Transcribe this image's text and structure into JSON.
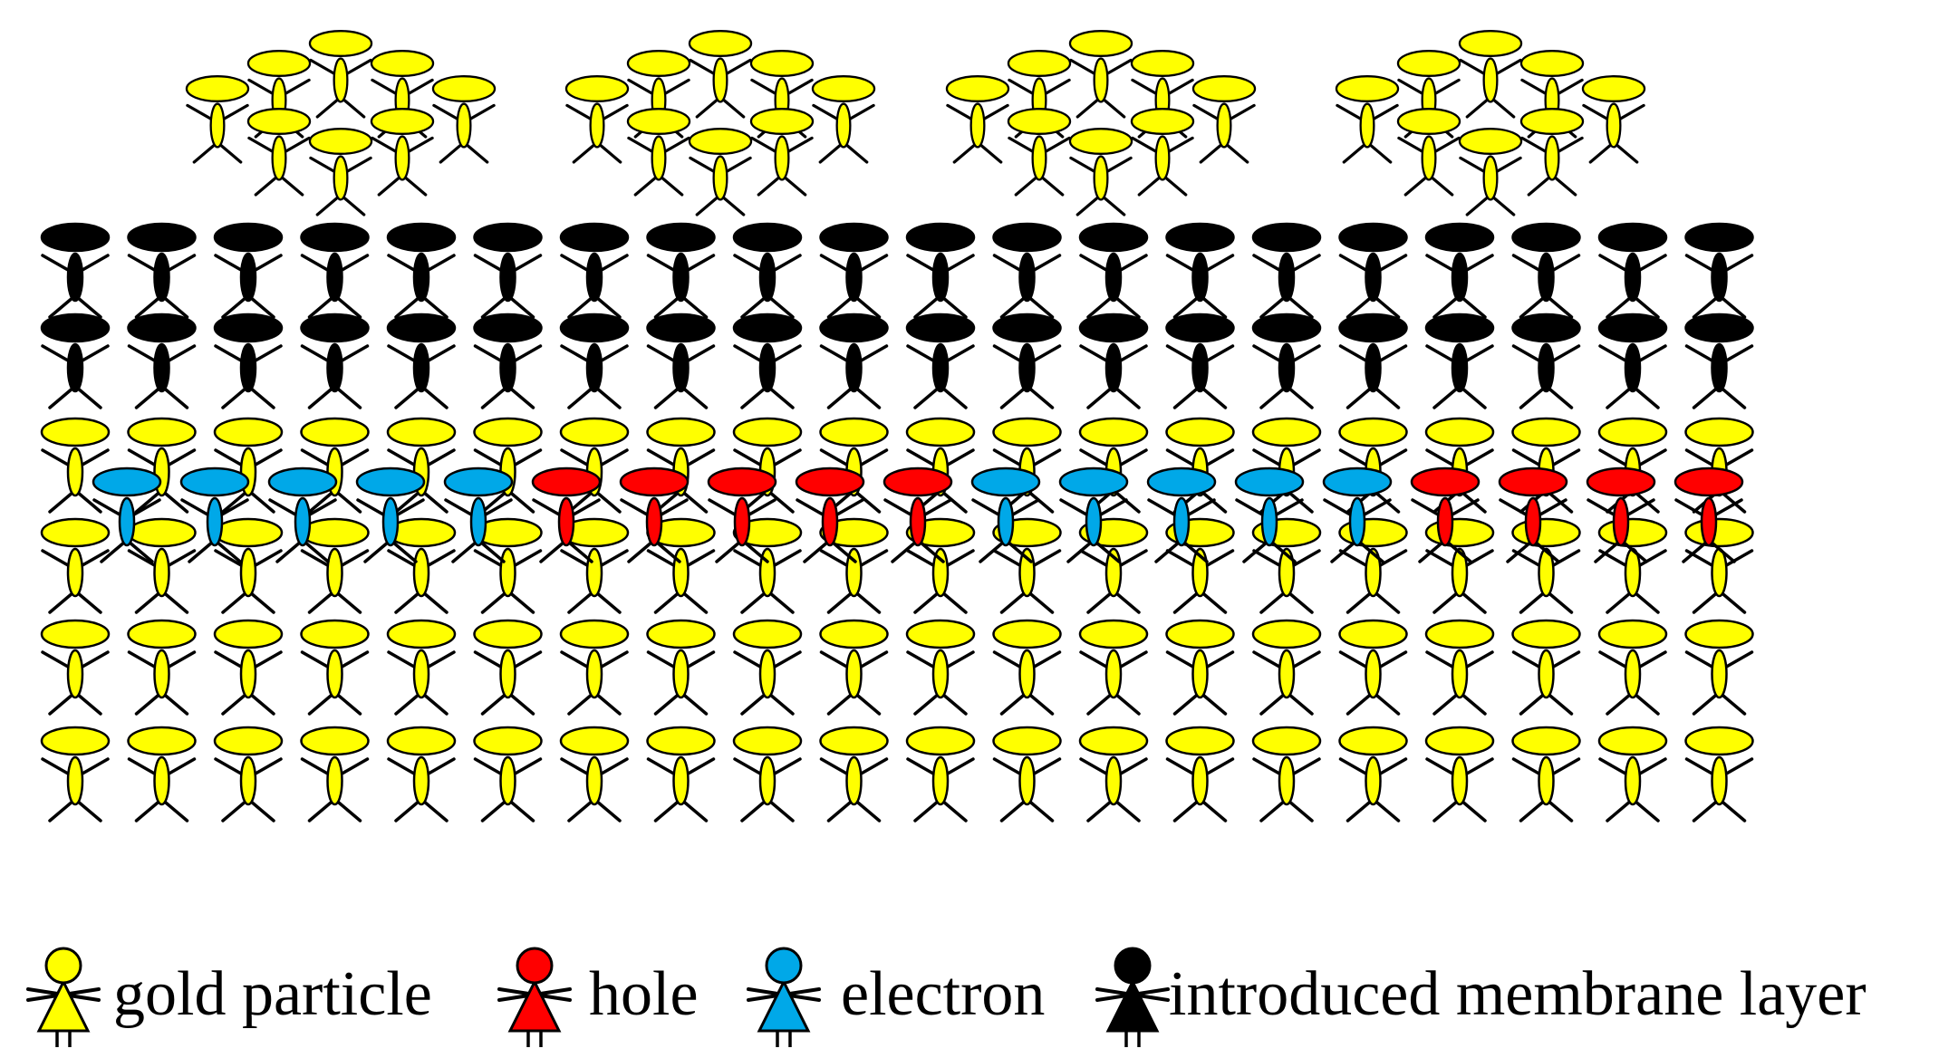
{
  "colors": {
    "gold": "#FFFF00",
    "hole": "#FF0000",
    "electron": "#00A8E8",
    "membrane": "#000000",
    "outline": "#000000"
  },
  "icons": {
    "gold": "gold-particle-icon",
    "hole": "hole-icon",
    "electron": "electron-icon",
    "membrane": "membrane-particle-icon"
  },
  "legend": [
    {
      "key": "gold",
      "label": "gold particle"
    },
    {
      "key": "hole",
      "label": "hole"
    },
    {
      "key": "electron",
      "label": "electron"
    },
    {
      "key": "membrane",
      "label": "introduced membrane layer"
    }
  ],
  "layers": {
    "charge_sequence": [
      "electron",
      "electron",
      "electron",
      "electron",
      "electron",
      "hole",
      "hole",
      "hole",
      "hole",
      "hole",
      "electron",
      "electron",
      "electron",
      "electron",
      "electron",
      "hole",
      "hole",
      "hole",
      "hole"
    ]
  }
}
